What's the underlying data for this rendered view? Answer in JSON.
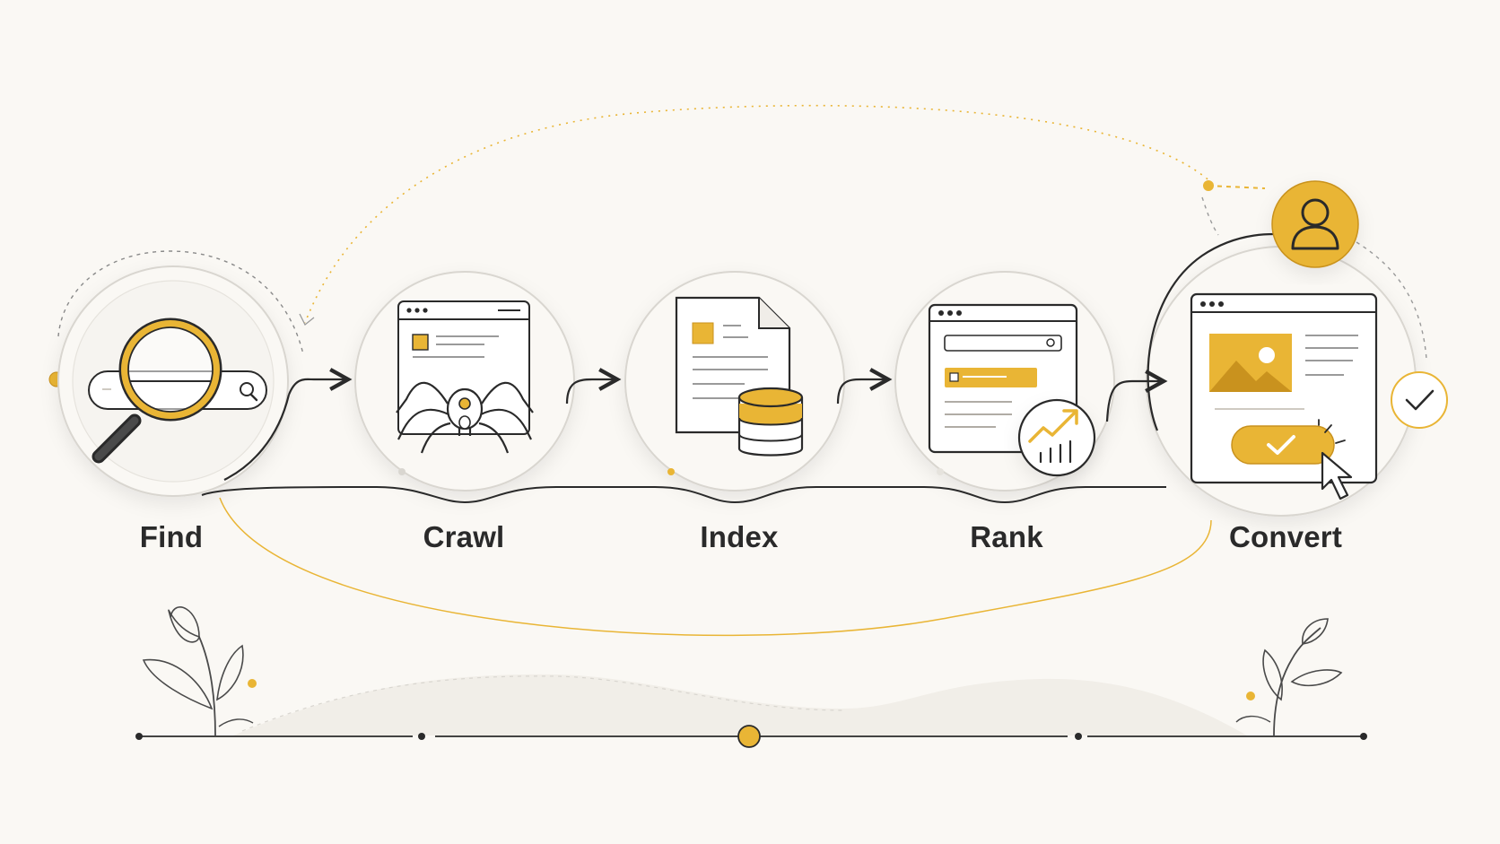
{
  "colors": {
    "background": "#faf8f4",
    "accent": "#e9b535",
    "accent_dark": "#c9921e",
    "ink": "#2a2a2a",
    "ring": "#d9d6d0"
  },
  "steps": [
    {
      "label": "Find",
      "icon": "magnifier-search-icon"
    },
    {
      "label": "Crawl",
      "icon": "spider-crawler-icon"
    },
    {
      "label": "Index",
      "icon": "document-database-icon"
    },
    {
      "label": "Rank",
      "icon": "search-results-trend-icon"
    },
    {
      "label": "Convert",
      "icon": "landing-page-cta-icon"
    }
  ],
  "decorations": {
    "user_badge_icon": "user-icon",
    "check_badge_icon": "check-icon",
    "left_plant_icon": "leaf-sprout-icon",
    "right_plant_icon": "leaf-sprout-icon"
  }
}
